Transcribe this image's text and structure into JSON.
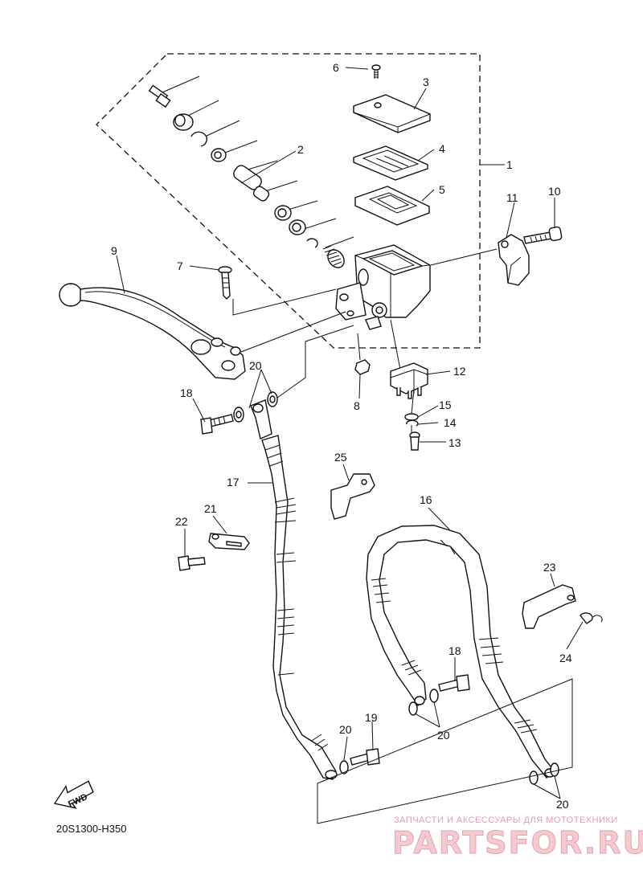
{
  "diagram": {
    "code": "20S1300-H350",
    "fwd_label": "FWD",
    "watermark_top": "ЗАПЧАСТИ И АКСЕССУАРЫ ДЛЯ МОТОТЕХНИКИ",
    "watermark_brand": "PARTSFOR.RU",
    "callouts": {
      "c1": "1",
      "c2": "2",
      "c3": "3",
      "c4": "4",
      "c5": "5",
      "c6": "6",
      "c7": "7",
      "c8": "8",
      "c9": "9",
      "c10": "10",
      "c11": "11",
      "c12": "12",
      "c13": "13",
      "c14": "14",
      "c15": "15",
      "c16": "16",
      "c17": "17",
      "c18a": "18",
      "c18b": "18",
      "c19": "19",
      "c20a": "20",
      "c20b": "20",
      "c20c": "20",
      "c20d": "20",
      "c21": "21",
      "c22": "22",
      "c23": "23",
      "c24": "24",
      "c25": "25"
    }
  }
}
